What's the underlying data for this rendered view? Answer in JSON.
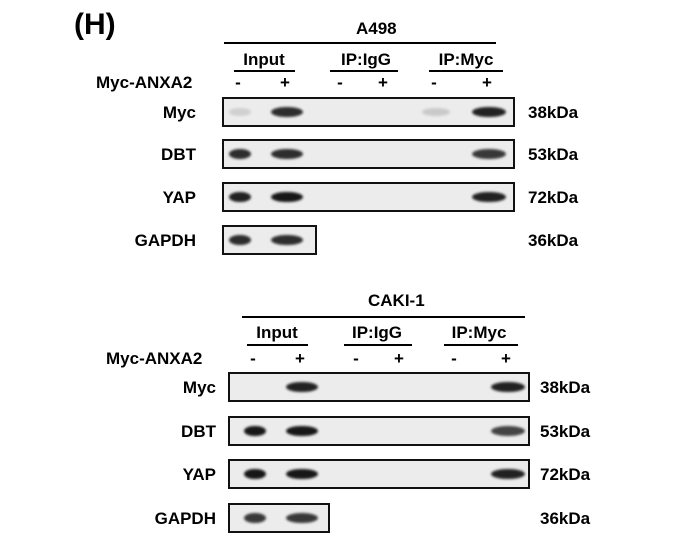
{
  "figure": {
    "panel_label": "(H)",
    "blocks": [
      {
        "cell_line": "A498",
        "groups": [
          "Input",
          "IP:IgG",
          "IP:Myc"
        ],
        "condition_label": "Myc-ANXA2",
        "signs": [
          "-",
          "+",
          "-",
          "+",
          "-",
          "+"
        ],
        "rows": [
          {
            "name": "Myc",
            "size": "38kDa",
            "lane_intensity": [
              0.1,
              0.85,
              0,
              0,
              0.15,
              0.9
            ]
          },
          {
            "name": "DBT",
            "size": "53kDa",
            "lane_intensity": [
              0.85,
              0.85,
              0,
              0,
              0,
              0.8
            ]
          },
          {
            "name": "YAP",
            "size": "72kDa",
            "lane_intensity": [
              0.9,
              0.95,
              0,
              0,
              0,
              0.9
            ]
          },
          {
            "name": "GAPDH",
            "size": "36kDa",
            "lane_intensity": [
              0.85,
              0.85
            ]
          }
        ]
      },
      {
        "cell_line": "CAKI-1",
        "groups": [
          "Input",
          "IP:IgG",
          "IP:Myc"
        ],
        "condition_label": "Myc-ANXA2",
        "signs": [
          "-",
          "+",
          "-",
          "+",
          "-",
          "+"
        ],
        "rows": [
          {
            "name": "Myc",
            "size": "38kDa",
            "lane_intensity": [
              0,
              0.9,
              0,
              0,
              0,
              0.9
            ]
          },
          {
            "name": "DBT",
            "size": "53kDa",
            "lane_intensity": [
              0.95,
              0.95,
              0,
              0,
              0,
              0.75
            ]
          },
          {
            "name": "YAP",
            "size": "72kDa",
            "lane_intensity": [
              0.95,
              0.95,
              0,
              0,
              0,
              0.9
            ]
          },
          {
            "name": "GAPDH",
            "size": "36kDa",
            "lane_intensity": [
              0.8,
              0.8
            ]
          }
        ]
      }
    ]
  }
}
